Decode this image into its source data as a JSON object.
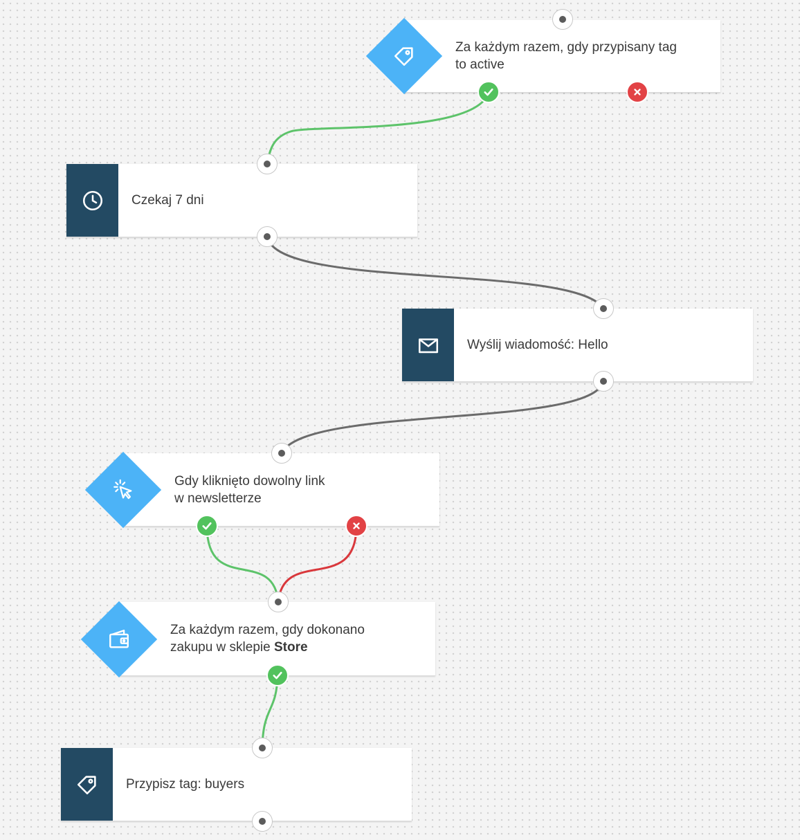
{
  "colors": {
    "action_block": "#234a63",
    "condition_diamond": "#4cb3f7",
    "yes_badge": "#52c25d",
    "no_badge": "#e24245",
    "wire_default": "#6b6b6b",
    "wire_yes": "#5dc36a",
    "wire_no": "#d9383c"
  },
  "nodes": {
    "tag_assigned": {
      "kind": "condition",
      "icon": "tag-icon",
      "line1": "Za każdym razem, gdy przypisany tag",
      "line2": "to active"
    },
    "wait": {
      "kind": "action",
      "icon": "clock-icon",
      "text": "Czekaj 7 dni"
    },
    "send_message": {
      "kind": "action",
      "icon": "envelope-icon",
      "text": "Wyślij wiadomość: Hello"
    },
    "link_clicked": {
      "kind": "condition",
      "icon": "cursor-click-icon",
      "line1": "Gdy kliknięto dowolny link",
      "line2": "w newsletterze"
    },
    "purchase": {
      "kind": "condition",
      "icon": "wallet-icon",
      "line1": "Za każdym razem, gdy dokonano",
      "line2_prefix": "zakupu w sklepie ",
      "line2_bold": "Store"
    },
    "assign_tag": {
      "kind": "action",
      "icon": "tag-icon",
      "text": "Przypisz tag: buyers"
    }
  }
}
